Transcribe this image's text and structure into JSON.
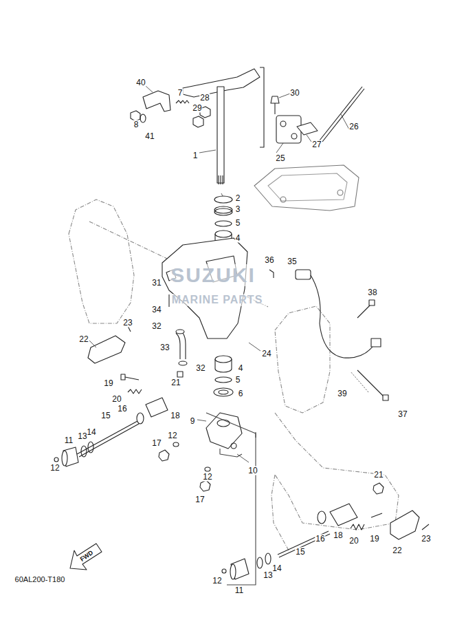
{
  "diagram": {
    "labels": [
      "40",
      "7",
      "28",
      "29",
      "30",
      "26",
      "8",
      "41",
      "27",
      "25",
      "1",
      "2",
      "3",
      "5",
      "4",
      "36",
      "35",
      "31",
      "34",
      "38",
      "32",
      "23",
      "22",
      "33",
      "24",
      "4",
      "32",
      "21",
      "5",
      "19",
      "6",
      "39",
      "20",
      "37",
      "16",
      "18",
      "15",
      "9",
      "14",
      "13",
      "11",
      "12",
      "12",
      "17",
      "10",
      "12",
      "17",
      "21",
      "16",
      "18",
      "20",
      "19",
      "22",
      "23",
      "15",
      "14",
      "13",
      "11",
      "12",
      "SUZUKI",
      "MARINE PARTS",
      "FWD",
      "60AL200-T180"
    ]
  }
}
